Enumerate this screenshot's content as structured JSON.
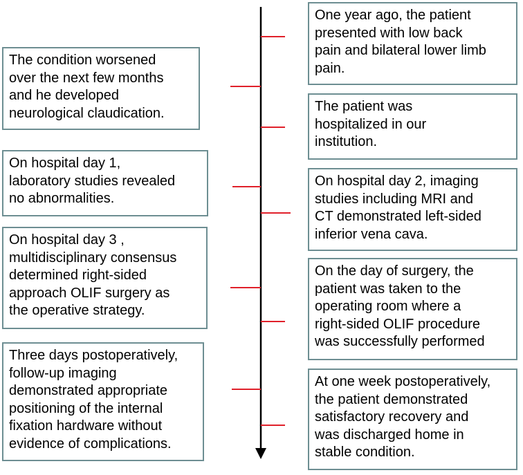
{
  "left_events": [
    {
      "lines": [
        "The condition worsened",
        "over the next few months",
        "and he developed",
        "neurological claudication."
      ]
    },
    {
      "lines": [
        "On hospital day 1,",
        "laboratory studies revealed",
        "no abnormalities."
      ]
    },
    {
      "lines": [
        "On hospital day 3 ,",
        "multidisciplinary consensus",
        "determined right-sided",
        "approach OLIF surgery as",
        "the operative strategy."
      ]
    },
    {
      "lines": [
        "Three days postoperatively,",
        "follow-up imaging",
        "demonstrated appropriate",
        "positioning of the internal",
        "fixation hardware without",
        "evidence of complications."
      ]
    }
  ],
  "right_events": [
    {
      "lines": [
        "One year ago, the patient",
        "presented with low back",
        "pain and bilateral lower limb",
        "pain."
      ]
    },
    {
      "lines": [
        "The patient was",
        "hospitalized in our",
        "institution."
      ]
    },
    {
      "lines": [
        "On hospital day 2, imaging",
        "studies including MRI and",
        "CT demonstrated left-sided",
        "inferior vena cava."
      ]
    },
    {
      "lines": [
        "On the day of surgery, the",
        "patient was taken to the",
        "operating room where a",
        "right-sided OLIF procedure",
        "was successfully performed"
      ]
    },
    {
      "lines": [
        "At one week postoperatively,",
        "the patient demonstrated",
        "satisfactory recovery and",
        "was discharged home in",
        "stable condition."
      ]
    }
  ],
  "colors": {
    "box_border": "#6d8e92",
    "axis": "#000000",
    "tick": "#e0202a"
  }
}
